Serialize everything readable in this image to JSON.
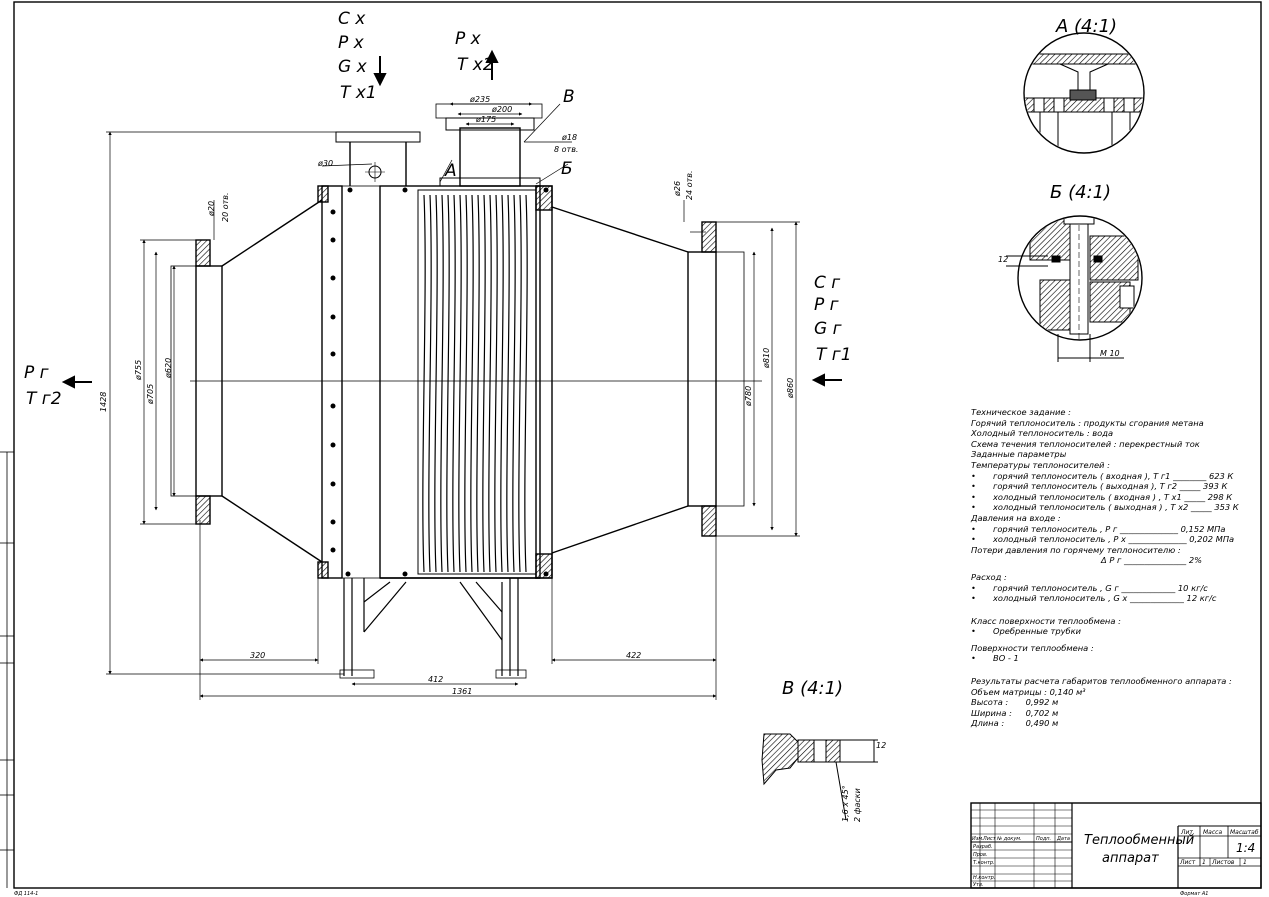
{
  "views": {
    "a": "А (4:1)",
    "b": "Б (4:1)",
    "v": "В (4:1)"
  },
  "leaders": {
    "a": "А",
    "b": "Б",
    "v": "В"
  },
  "flows": {
    "cold_in": [
      "С х",
      "Р х",
      "G х",
      "Т х1"
    ],
    "cold_out": [
      "Р х",
      "Т х2"
    ],
    "hot_in": [
      "С г",
      "Р г",
      "G г",
      "Т г1"
    ],
    "hot_out": [
      "Р г",
      "Т г2"
    ]
  },
  "dimensions": {
    "d235": "ø235",
    "d200": "ø200",
    "d175": "ø175",
    "d18": "ø18",
    "holes8": "8 отв.",
    "d30": "ø30",
    "d20": "ø20",
    "holes20": "20 отв.",
    "d26": "ø26",
    "holes24": "24 отв.",
    "d755": "ø755",
    "d705": "ø705",
    "d620": "ø620",
    "h1428": "1428",
    "d780": "ø780",
    "d810": "ø810",
    "d860": "ø860",
    "l320": "320",
    "l422": "422",
    "l412": "412",
    "l1361": "1361",
    "s12a": "12",
    "m10": "М 10",
    "s12b": "12",
    "chamfer1": "1,6 х 45°",
    "chamfer2": "2 фаски"
  },
  "notes": {
    "title": "Техническое задание :",
    "hot_carrier": "Горячий теплоноситель : продукты сгорания метана",
    "cold_carrier": "Холодный теплоноситель : вода",
    "scheme": "Схема течения теплоносителей : перекрестный ток",
    "given": "Заданные параметры",
    "temps": "Температуры теплоносителей :",
    "t_items": [
      {
        "label": "горячий теплоноситель ( входная ), Т г1",
        "value": "623  К"
      },
      {
        "label": "горячий теплоноситель  ( выходная ), Т г2",
        "value": "393  К"
      },
      {
        "label": "холодный теплоноситель ( входная ) , Т х1",
        "value": "298  К"
      },
      {
        "label": "холодный теплоноситель ( выходная ) , Т х2",
        "value": "353  К"
      }
    ],
    "pressure": "Давления на входе :",
    "p_items": [
      {
        "label": "горячий теплоноситель , Р г",
        "value": "0,152  МПа"
      },
      {
        "label": "холодный теплоноситель , Р х",
        "value": "0,202  МПа"
      }
    ],
    "loss": "Потери давления по горячему теплоносителю :",
    "loss_item": {
      "label": "Δ Р г",
      "value": "2%"
    },
    "flow": "Расход :",
    "g_items": [
      {
        "label": "горячий теплоноситель , G г",
        "value": "10 кг/с"
      },
      {
        "label": "холодный теплоноситель , G х",
        "value": "12 кг/с"
      }
    ],
    "surface_class": "Класс поверхности теплообмена :",
    "surface_class_item": "Оребренные трубки",
    "surfaces": "Поверхности теплообмена :",
    "surfaces_item": "ВО  - 1",
    "results": "Результаты расчета габаритов теплообменного аппарата :",
    "results_items": [
      {
        "label": "Объем матрицы :",
        "value": "0,140  м³"
      },
      {
        "label": "Высота :",
        "value": "0,992  м"
      },
      {
        "label": "Ширина :",
        "value": "0,702  м"
      },
      {
        "label": "Длина :",
        "value": "0,490  м"
      }
    ]
  },
  "title_block": {
    "name_line1": "Теплообменный",
    "name_line2": "аппарат",
    "lit": "Лит.",
    "mass": "Масса",
    "scale": "Масштаб",
    "scale_value": "1:4",
    "sheet": "Лист",
    "sheet_num": "1",
    "sheets": "Листов",
    "sheets_num": "1",
    "rows": [
      "Изм.",
      "Лист",
      "№ докум.",
      "Подп.",
      "Дата"
    ],
    "roles": [
      "Разраб.",
      "Пров.",
      "Т.контр.",
      "",
      "Н.контр.",
      "Утв."
    ]
  },
  "footer": {
    "left": "ФД 114-1",
    "format": "Формат  А1"
  }
}
